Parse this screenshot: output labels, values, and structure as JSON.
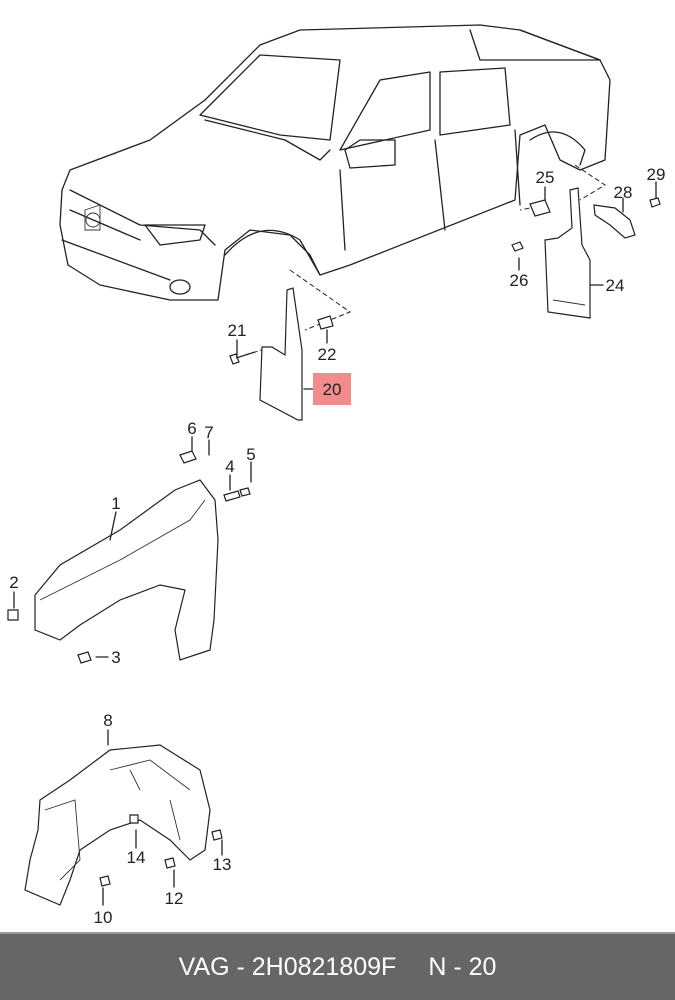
{
  "highlight_color": "#f28b8b",
  "labels": {
    "p1": "1",
    "p2": "2",
    "p3": "3",
    "p4": "4",
    "p5": "5",
    "p6": "6",
    "p7": "7",
    "p8": "8",
    "p10": "10",
    "p12": "12",
    "p13": "13",
    "p14": "14",
    "p20": "20",
    "p21": "21",
    "p22": "22",
    "p24": "24",
    "p25": "25",
    "p26": "26",
    "p28": "28",
    "p29": "29"
  },
  "footer": {
    "part_number": "VAG - 2H0821809F",
    "position": "N - 20"
  }
}
